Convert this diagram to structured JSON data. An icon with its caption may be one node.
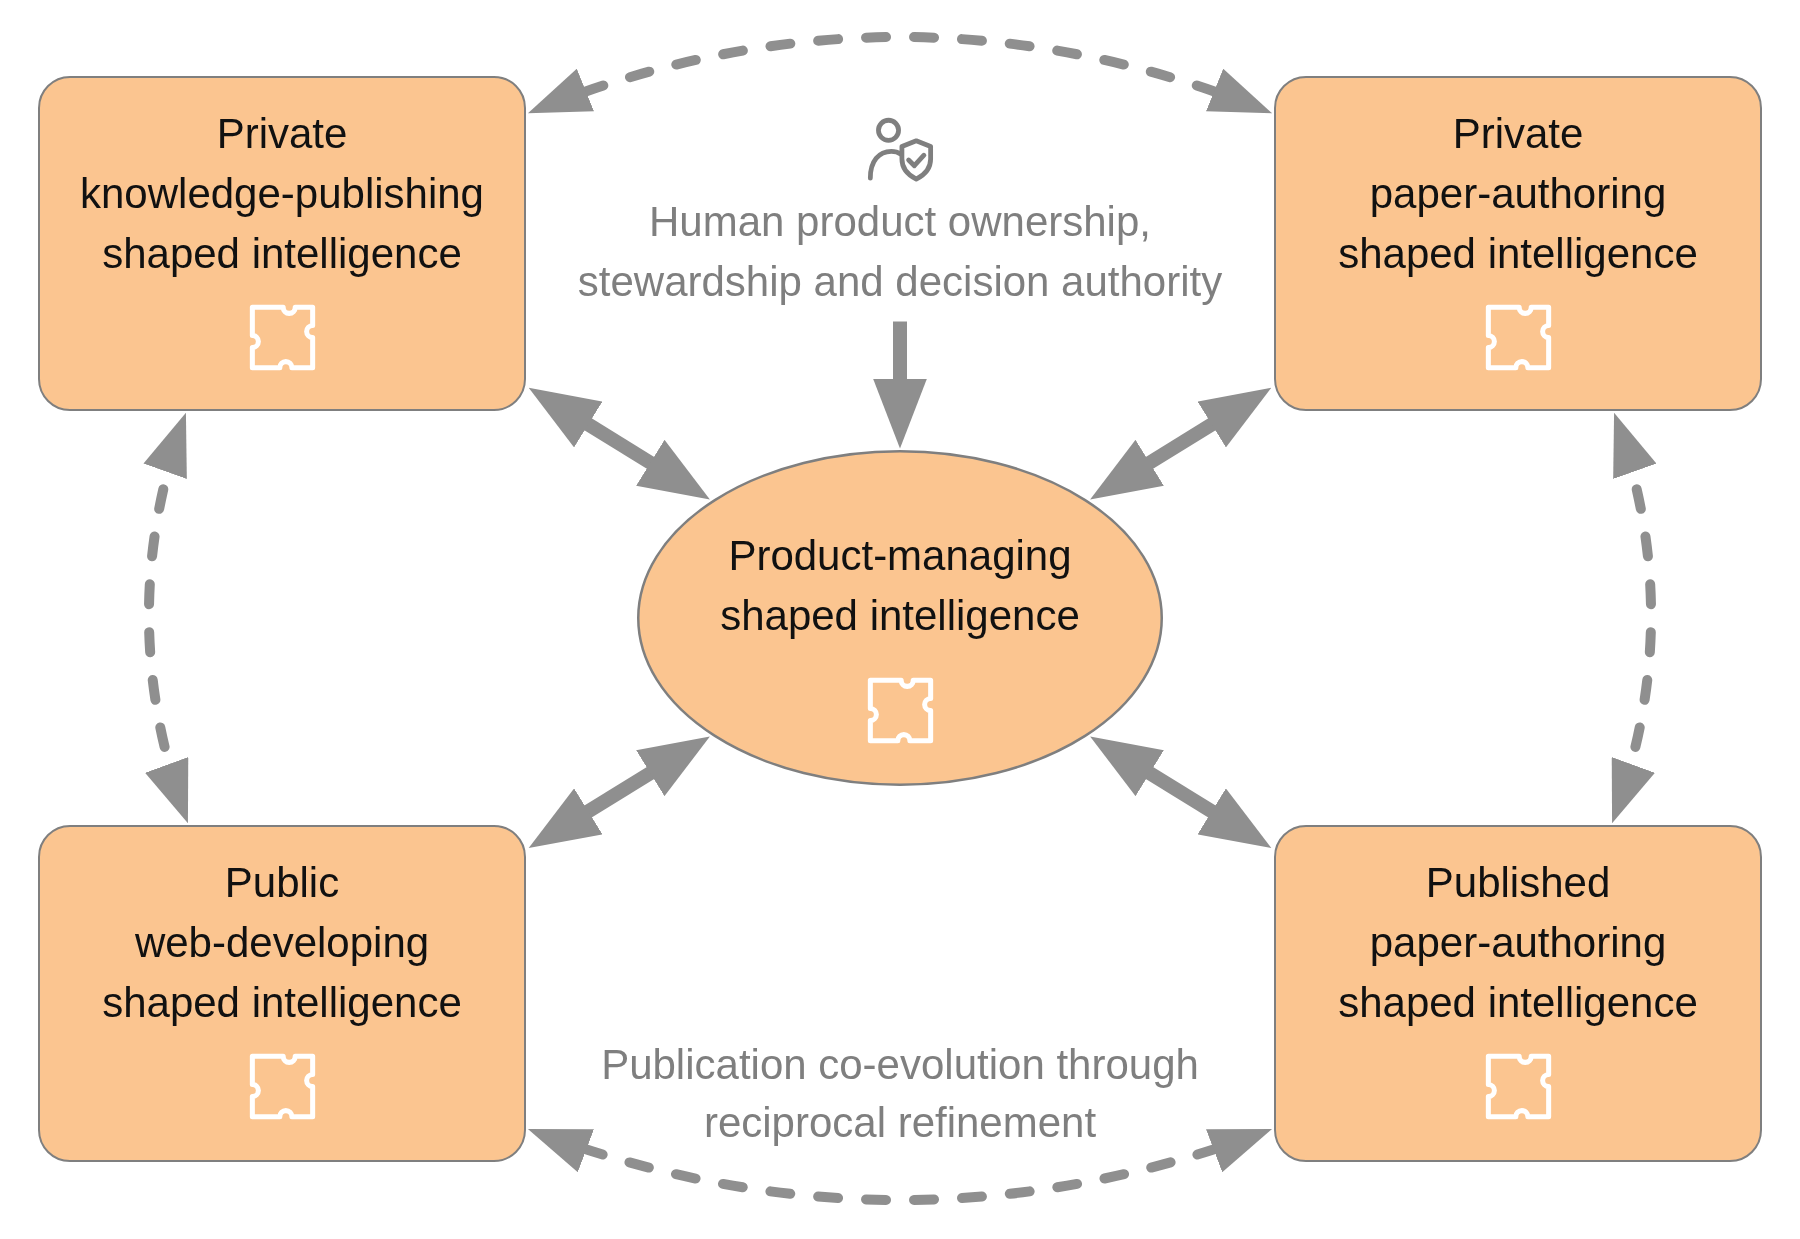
{
  "diagram": {
    "nodes": [
      {
        "text": [
          "Private knowledge-publishing shaped intelligence"
        ]
      },
      {
        "text": [
          "Human product ownership, stewardship and decision authority"
        ]
      },
      {
        "text": [
          "Private paper-authoring shaped intelligence"
        ]
      },
      {
        "text": [
          "Product-managing shaped intelligence"
        ]
      },
      {
        "text": [
          "Public web-developing shaped intelligence"
        ]
      },
      {
        "text": [
          "Published paper-authoring shaped intelligence"
        ]
      }
    ],
    "edges": [
      {
        "from": 0,
        "to": 2,
        "arrow": "both",
        "style": "dashed"
      },
      {
        "from": 1,
        "to": 3,
        "arrow": "to"
      },
      {
        "from": 0,
        "to": 3,
        "arrow": "both"
      },
      {
        "from": 2,
        "to": 3,
        "arrow": "both"
      },
      {
        "from": 0,
        "to": 4,
        "arrow": "both",
        "style": "dashed"
      },
      {
        "from": 2,
        "to": 5,
        "arrow": "both",
        "style": "dashed"
      },
      {
        "from": 4,
        "to": 3,
        "arrow": "both"
      },
      {
        "from": 5,
        "to": 3,
        "arrow": "both"
      },
      {
        "from": 4,
        "to": 5,
        "arrow": "both",
        "style": "dashed",
        "label": "Publication co-evolution through reciprocal refinement"
      }
    ]
  }
}
